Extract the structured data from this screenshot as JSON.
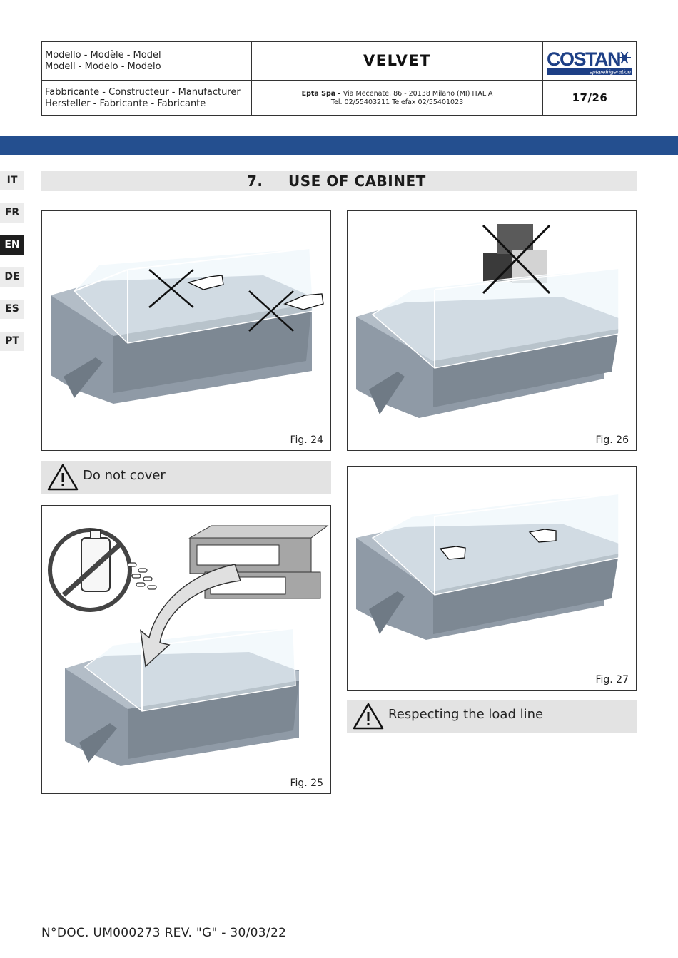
{
  "header": {
    "model_label_1": "Modello - Modèle - Model",
    "model_label_2": "Modell - Modelo - Modelo",
    "model_name": "VELVET",
    "brand": "COSTAN",
    "brand_sub": "eptarefrigeration",
    "mfr_label_1": "Fabbricante - Constructeur - Manufacturer",
    "mfr_label_2": "Hersteller - Fabricante - Fabricante",
    "company": "Epta Spa - ",
    "address": "Via Mecenate, 86 - 20138 Milano (MI) ITALIA",
    "phone": "Tel. 02/55403211 Telefax 02/55401023",
    "page": "17/26"
  },
  "languages": [
    "IT",
    "FR",
    "EN",
    "DE",
    "ES",
    "PT"
  ],
  "active_language": "EN",
  "section": {
    "number": "7.",
    "title": "USE OF CABINET"
  },
  "figures": {
    "fig24": "Fig. 24",
    "fig25": "Fig. 25",
    "fig26": "Fig. 26",
    "fig27": "Fig. 27"
  },
  "warnings": {
    "do_not_cover": "Do not cover",
    "load_line": "Respecting the load line"
  },
  "footer": {
    "doc": "N°DOC. UM000273 REV. \"G\" - 30/03/22"
  },
  "colors": {
    "band": "#244f8f",
    "brand": "#1d3f86",
    "cabinet": "#8f9aa6"
  }
}
